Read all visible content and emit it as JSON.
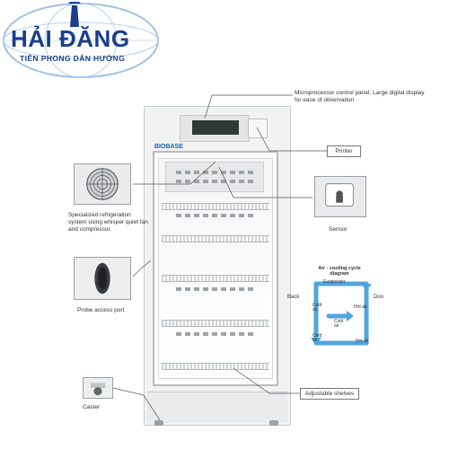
{
  "logo": {
    "title": "HẢI ĐĂNG",
    "subtitle": "TIÊN PHONG DẪN HƯỚNG",
    "colors": {
      "primary": "#1a3e8c",
      "globe": "#9ec2e6"
    }
  },
  "product": {
    "brand": "BIOBASE"
  },
  "callouts": {
    "control_panel": "Microprocessor control panel, Large digital display for ease of observation",
    "printer": "Printer",
    "refrigeration": "Specialized refrigeration system using whisper quiet fan and compressor.",
    "sensor": "Sensor",
    "probe": "Probe access port",
    "caster": "Caster",
    "shelves": "Adjustable shelves"
  },
  "air_cycle": {
    "title": "Air - cooling cycle diagram",
    "back": "Back",
    "door": "Doo",
    "evaporator": "Evaporator",
    "cold_air": "Cold air",
    "hot_air": "Hot air"
  },
  "icons": [
    "fan-icon",
    "probe-port-icon",
    "sensor-icon",
    "caster-icon",
    "printer-icon"
  ]
}
